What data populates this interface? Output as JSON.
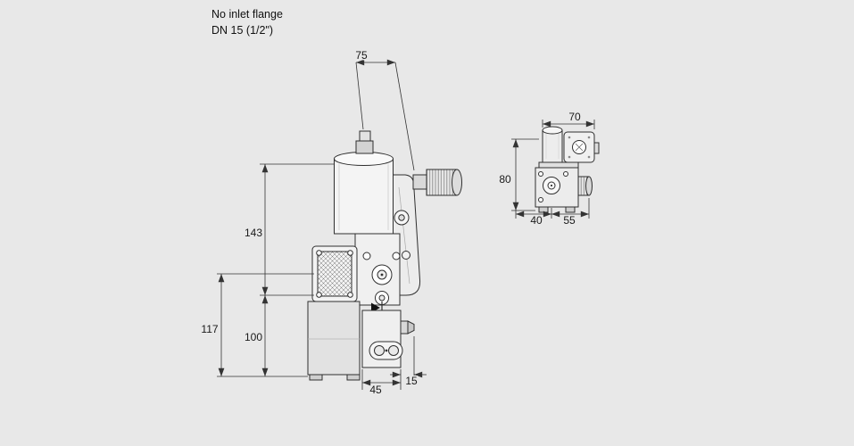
{
  "page": {
    "background": "#e8e8e8",
    "line_color": "#2f2f2f",
    "dim_color": "#333333"
  },
  "header": {
    "line1": "No inlet flange",
    "line2": "DN 15 (1/2\")"
  },
  "front_view": {
    "dims": {
      "top_width": "75",
      "upper_height": "143",
      "overall_height": "117",
      "lower_height": "100",
      "bottom_width": "45",
      "bottom_offset": "15"
    }
  },
  "side_view": {
    "dims": {
      "top_width": "70",
      "height": "80",
      "depth_a": "40",
      "depth_b": "55"
    }
  }
}
